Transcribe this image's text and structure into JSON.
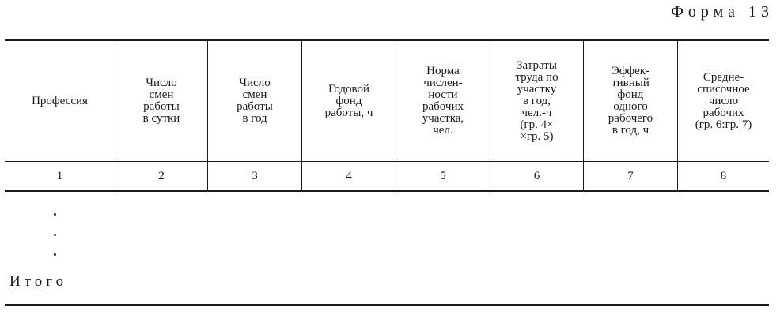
{
  "form_label": "Форма 13",
  "columns": [
    {
      "header": "Профессия",
      "number": "1"
    },
    {
      "header": "Число\nсмен\nработы\nв сутки",
      "number": "2"
    },
    {
      "header": "Число\nсмен\nработы\nв год",
      "number": "3"
    },
    {
      "header": "Годовой\nфонд\nработы, ч",
      "number": "4"
    },
    {
      "header": "Норма\nчислен-\nности\nрабочих\nучастка,\nчел.",
      "number": "5"
    },
    {
      "header": "Затраты\nтруда по\nучастку\nв год,\nчел.-ч\n(гр. 4×\n×гр. 5)",
      "number": "6"
    },
    {
      "header": "Эффек-\nтивный\nфонд\nодного\nрабочего\nв год, ч",
      "number": "7"
    },
    {
      "header": "Средне-\nсписочное\nчисло\nрабочих\n(гр. 6:гр. 7)",
      "number": "8"
    }
  ],
  "total_label": "Итого"
}
